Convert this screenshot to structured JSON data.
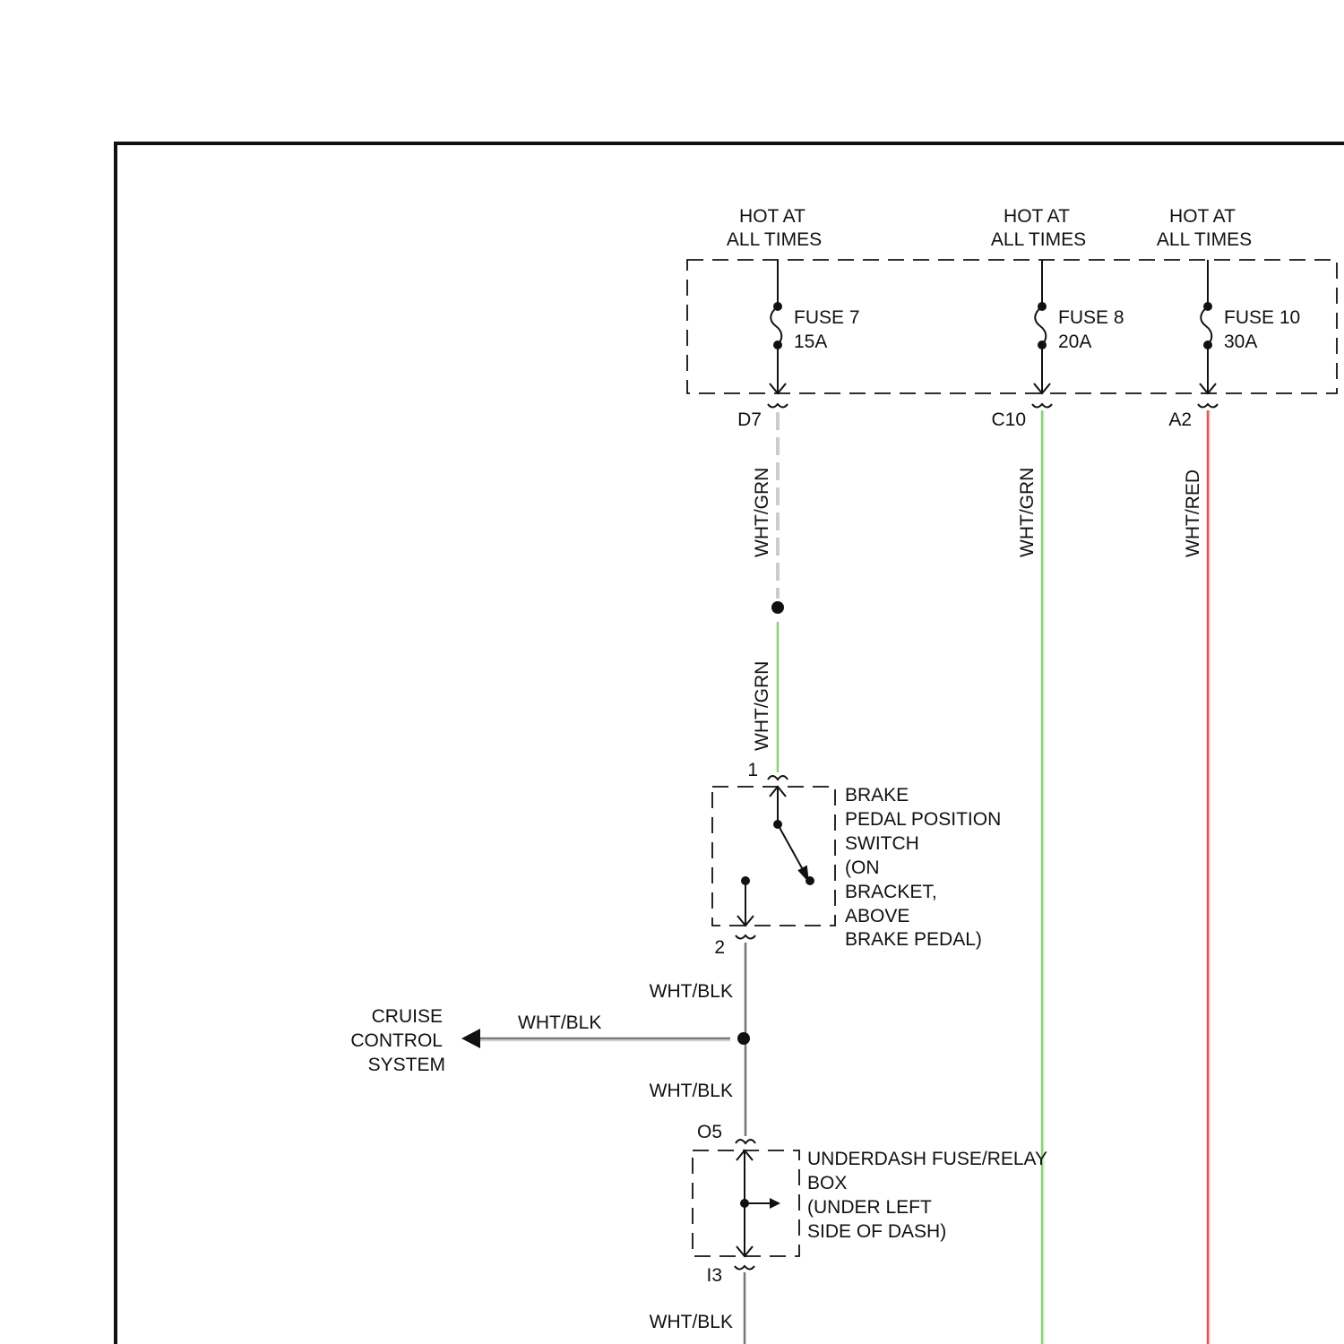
{
  "fuse_box": {
    "columns": [
      {
        "hot_label": [
          "HOT AT",
          "ALL TIMES"
        ],
        "fuse_name": "FUSE 7",
        "fuse_rating": "15A",
        "connector": "D7"
      },
      {
        "hot_label": [
          "HOT AT",
          "ALL TIMES"
        ],
        "fuse_name": "FUSE 8",
        "fuse_rating": "20A",
        "connector": "C10"
      },
      {
        "hot_label": [
          "HOT AT",
          "ALL TIMES"
        ],
        "fuse_name": "FUSE 10",
        "fuse_rating": "30A",
        "connector": "A2"
      }
    ]
  },
  "wires": {
    "d7_upper": "WHT/GRN",
    "d7_lower": "WHT/GRN",
    "c10": "WHT/GRN",
    "a2": "WHT/RED",
    "brake_out": "WHT/BLK",
    "cruise_branch": "WHT/BLK",
    "to_o5": "WHT/BLK",
    "bottom": "WHT/BLK"
  },
  "brake_switch": {
    "pin_in": "1",
    "pin_out": "2",
    "label": [
      "BRAKE",
      "PEDAL POSITION",
      "SWITCH",
      "(ON",
      "BRACKET,",
      "ABOVE",
      "BRAKE PEDAL)"
    ]
  },
  "cruise": {
    "label": [
      "CRUISE",
      "CONTROL",
      "SYSTEM"
    ]
  },
  "underdash": {
    "pin_in": "O5",
    "pin_out": "I3",
    "label": [
      "UNDERDASH FUSE/RELAY",
      "BOX",
      "(UNDER LEFT",
      "SIDE OF DASH)"
    ]
  },
  "colors": {
    "wire_green": "#8ed07a",
    "wire_red": "#e05555",
    "wire_gray": "#777777",
    "ink": "#111111"
  }
}
